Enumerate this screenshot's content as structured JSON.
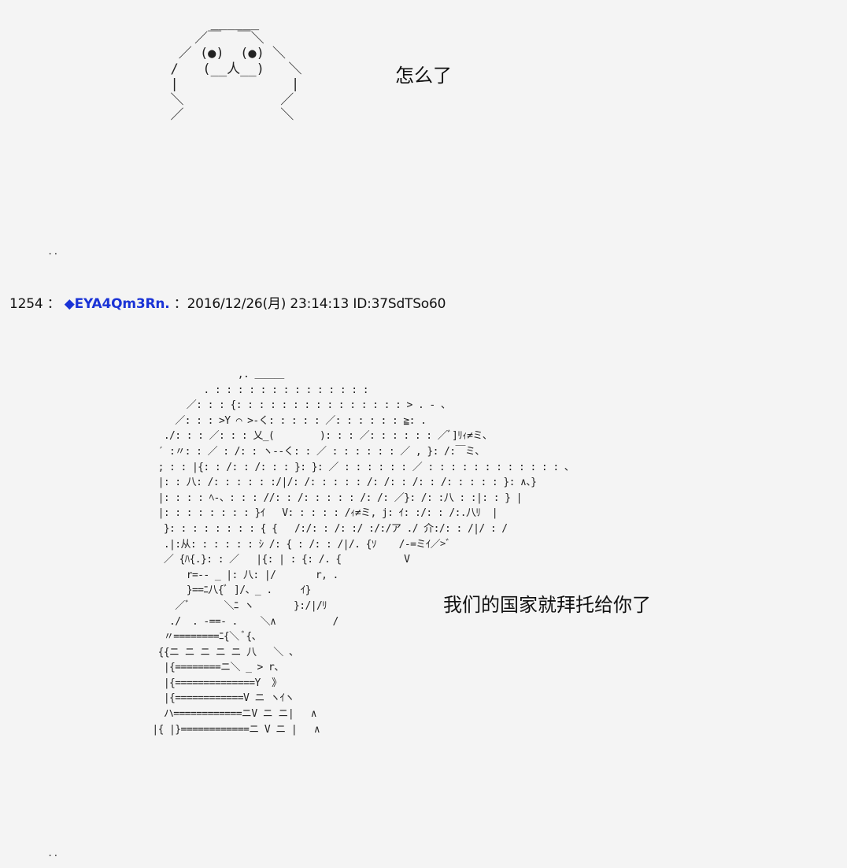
{
  "art_top": [
    "       ______",
    "     ／￣  ￣＼",
    "   ／ (●)  (●) ＼",
    "  /   (__人__)   ＼",
    "  |              |",
    "  ＼            ／",
    "  ／            ＼"
  ],
  "speech_1": "怎么了",
  "dots_1": "..",
  "post": {
    "number": "1254",
    "sep": "：",
    "name": "◆EYA4Qm3Rn.",
    "sep2": "：",
    "datetime": "2016/12/26(月) 23:14:13",
    "id": "ID:37SdTSo60"
  },
  "art_bottom": [
    "                     ,. ＿＿＿",
    "               . : : : : : : : : : : : : : :",
    "            ／: : : {: : : : : : : : : : : : : : : > . ‐ 、",
    "          ／: : : >Y ⌒ >-く: : : : : ／: : : : : : ≧: .",
    "        ./: : : ／: : : 乂_(        ): : : ／: : : : : : ／ﾞ]ﾘｨ≠ミ、",
    "       ′ :〃: : ／ : /: : ヽ‐‐く: : ／ : : : : : : ／ , }: /:￣ミ、",
    "       ; : : |{: : /: : /: : : }: }: ／ : : : : : : ／ : : : : : : : : : : : : 、",
    "       |: : 八: /: : : : : :/|/: /: : : : : /: /: : /: : /: : : : : }: ∧、}",
    "       |: : : : ﾍ-、: : : //: : /: : : : : /: /: ／}: /: :八 : :|: : } |",
    "       |: : : : : : : : }ｲ   V: : : : : /ｨ≠ミ, j: ｲ: :/: : /:.八ﾘ  |",
    "        }: : : : : : : : { {   /:/: : /: :/ :/:/ア ./ 介:/: : /|/ : /",
    "        .|:从: : : : : : ｼ /: { : /: : /|/. {ｿ    /‐=ミｲ／>ﾞ",
    "        ／ {ﾊ{.}: : ／   |{: | : {: /. {           V",
    "            r=‐‐ _ |: 八: |/       r, .",
    "            }==ﾆ八{ﾞ ]/、_ .     ｲ}",
    "          ／ﾞ      ＼ﾆ ヽ       }:/|/ﾘ",
    "         ./  . ‐==‐ .    ＼∧          /",
    "        〃========ﾆ{＼ ﾞ{、",
    "       {{ニ ニ ニ ニ ニ 八   ＼ 、",
    "        |{========ニ＼ _ > r、",
    "        |{==============Y  》",
    "        |{============V ニ ヽｲヽ",
    "        ハ============ニV ニ ニ|   ∧",
    "      |{ |}============ニ V ニ |   ∧"
  ],
  "speech_2": "我们的国家就拜托给你了",
  "dots_2": ".."
}
